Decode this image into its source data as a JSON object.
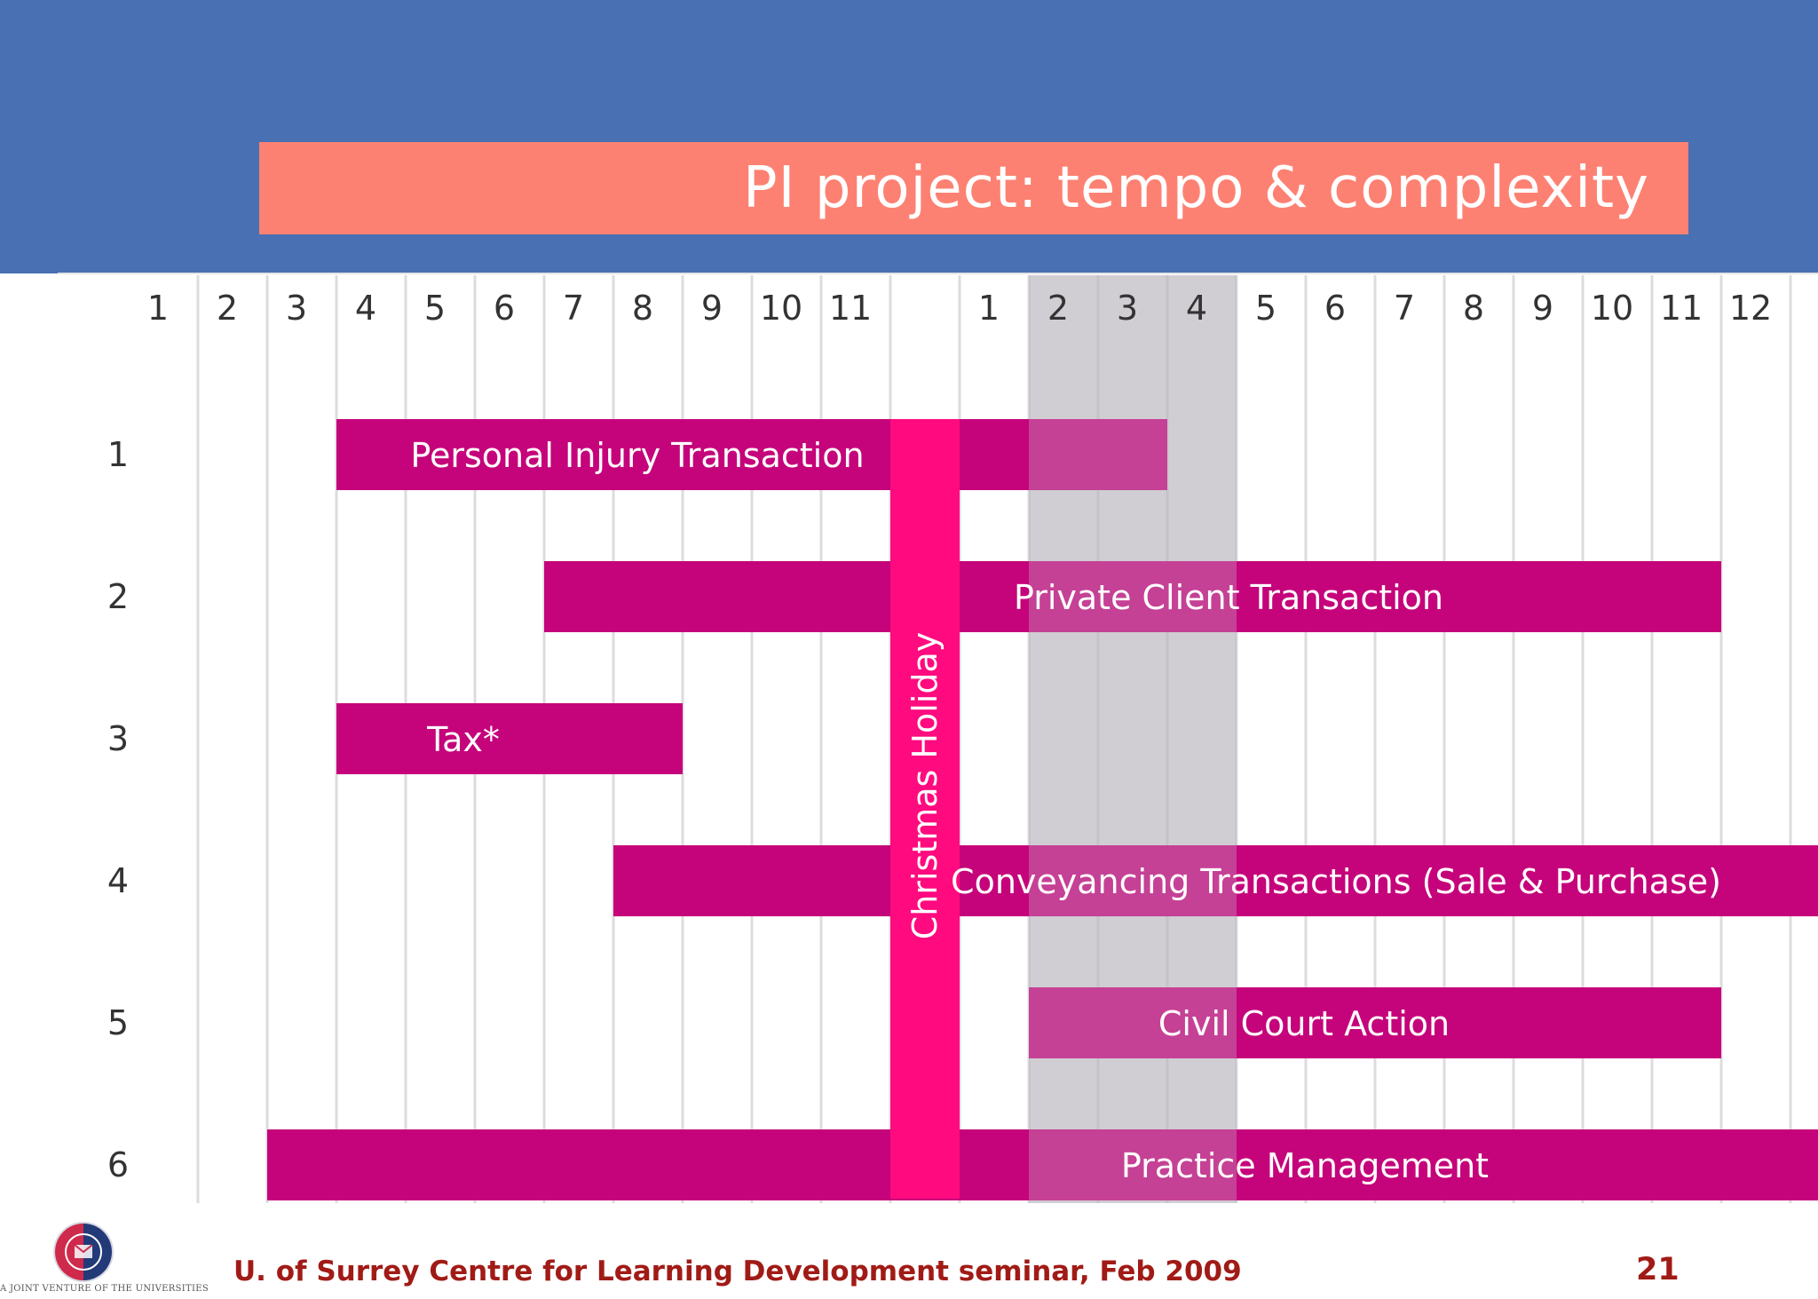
{
  "slide": {
    "title": "PI project: tempo & complexity",
    "footer": "U. of Surrey Centre for Learning Development seminar, Feb 2009",
    "page_number": "21",
    "logo_caption": "A JOINT VENTURE OF THE UNIVERSITIES"
  },
  "colors": {
    "header_band": "#4870b2",
    "title_box": "#fd8172",
    "task_bar": "#c5047b",
    "holiday_bar": "#ff0a7f",
    "highlight_band": "#b0acb4",
    "footer_text": "#a11b16"
  },
  "chart_data": {
    "type": "gantt",
    "period_labels": [
      "1",
      "2",
      "3",
      "4",
      "5",
      "6",
      "7",
      "8",
      "9",
      "10",
      "11",
      "",
      "1",
      "2",
      "3",
      "4",
      "5",
      "6",
      "7",
      "8",
      "9",
      "10",
      "11",
      "12"
    ],
    "row_labels": [
      "1",
      "2",
      "3",
      "4",
      "5",
      "6"
    ],
    "tasks": [
      {
        "row": 1,
        "label": "Personal Injury Transaction",
        "start": 4,
        "end": 15
      },
      {
        "row": 2,
        "label": "Private Client Transaction",
        "start": 7,
        "end": 23
      },
      {
        "row": 3,
        "label": "Tax*",
        "start": 4,
        "end": 8
      },
      {
        "row": 4,
        "label": "Conveyancing Transactions (Sale & Purchase)",
        "start": 8,
        "end": 25
      },
      {
        "row": 5,
        "label": "Civil Court Action",
        "start": 14,
        "end": 23
      },
      {
        "row": 6,
        "label": "Practice Management",
        "start": 3,
        "end": 25
      }
    ],
    "holiday": {
      "label": "Christmas Holiday",
      "start": 12,
      "end": 12
    },
    "highlight": {
      "start": 14,
      "end": 16
    }
  }
}
